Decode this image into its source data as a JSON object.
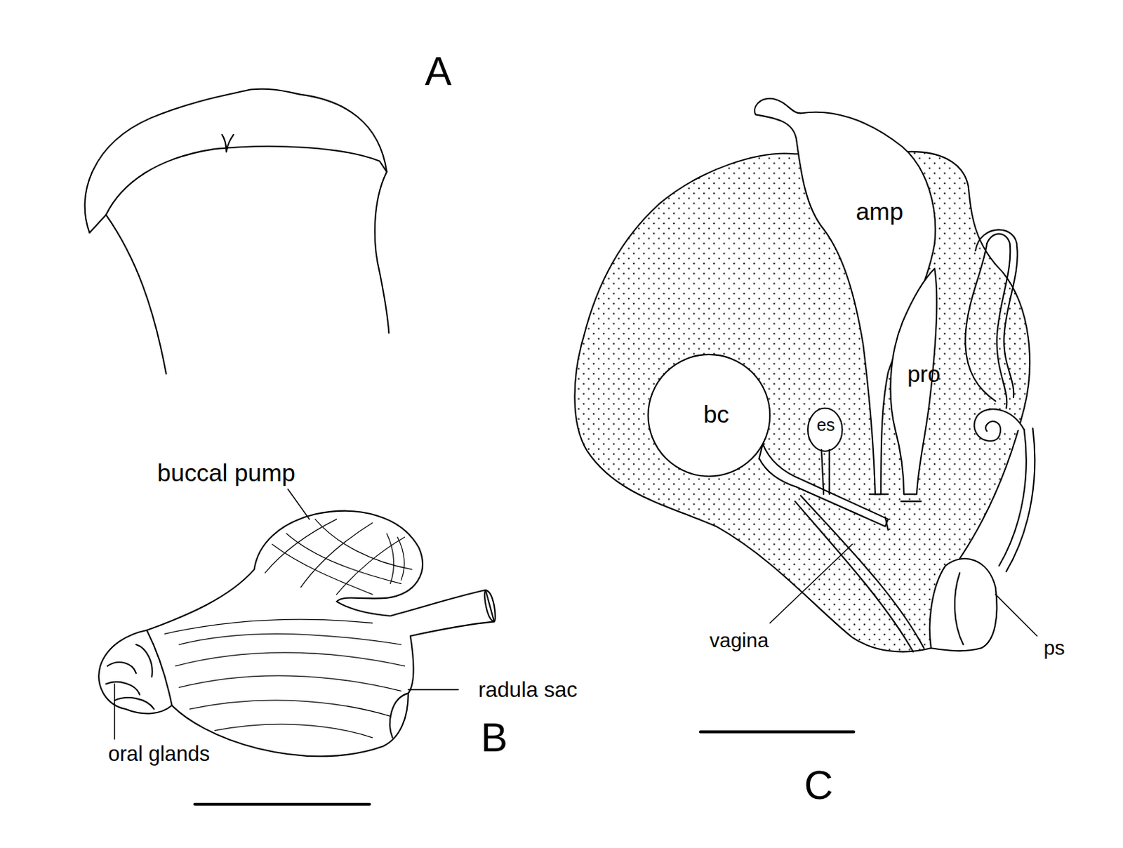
{
  "diagram": {
    "labels": [
      "A",
      "buccal pump",
      "radula sac",
      "oral glands",
      "B",
      "amp",
      "pro",
      "bc",
      "es",
      "vagina",
      "ps",
      "C"
    ]
  }
}
